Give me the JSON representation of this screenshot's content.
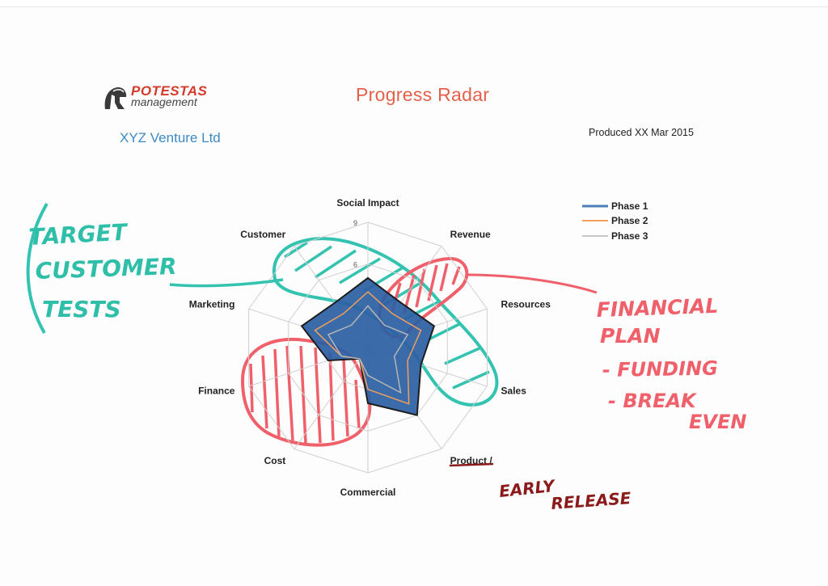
{
  "header": {
    "logo_name": "POTESTAS",
    "logo_sub": "management",
    "title": "Progress Radar",
    "company": "XYZ Venture Ltd",
    "produced": "Produced XX Mar 2015"
  },
  "chart_data": {
    "type": "radar",
    "title": "Progress Radar",
    "axes": [
      "Social Impact",
      "Revenue",
      "Resources",
      "Sales",
      "Product /",
      "Commercial",
      "Cost",
      "Finance",
      "Marketing",
      "Customer"
    ],
    "rmax": 9,
    "tick_labels": [
      "9",
      "6"
    ],
    "grid": true,
    "legend_position": "top-right",
    "series": [
      {
        "name": "Phase 1",
        "color": "#4a7ebb",
        "values": [
          5,
          4,
          5,
          4,
          6,
          4,
          1,
          3,
          5,
          4
        ]
      },
      {
        "name": "Phase 2",
        "color": "#f0a05a",
        "values": [
          4,
          3,
          4,
          3,
          5,
          3,
          1,
          2,
          4,
          3
        ]
      },
      {
        "name": "Phase 3",
        "color": "#b5b5b5",
        "values": [
          3,
          2,
          3,
          2,
          4,
          2,
          1,
          2,
          3,
          2
        ]
      }
    ]
  },
  "annotations": {
    "target": [
      "TARGET",
      "CUSTOMER",
      "TESTS"
    ],
    "financial": [
      "FINANCIAL",
      "PLAN",
      "- FUNDING",
      "- BREAK",
      "EVEN"
    ],
    "release": [
      "EARLY",
      "RELEASE"
    ]
  }
}
